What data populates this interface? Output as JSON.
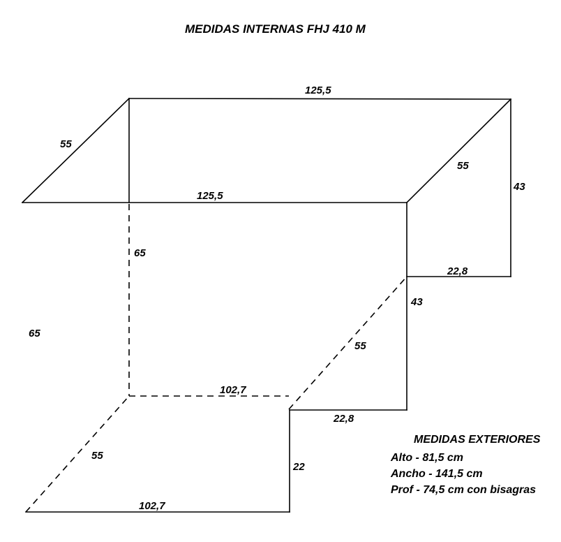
{
  "title": "MEDIDAS INTERNAS FHJ 410 M",
  "drawing": {
    "labels": {
      "top_width": "125,5",
      "top_left_depth": "55",
      "mid_width": "125,5",
      "top_right_depth": "55",
      "right_height": "43",
      "right_shelf_width": "22,8",
      "left_inner_height": "65",
      "left_outer_height": "65",
      "mid_shelf_width": "102,7",
      "lower_right_depth": "55",
      "lower_right_height": "43",
      "lower_shelf_width": "22,8",
      "bottom_left_depth": "55",
      "bottom_width": "102,7",
      "bottom_right_height": "22"
    }
  },
  "notes": {
    "heading": "MEDIDAS EXTERIORES",
    "lines": [
      "Alto - 81,5 cm",
      "Ancho - 141,5 cm",
      "Prof - 74,5 cm con bisagras"
    ]
  }
}
